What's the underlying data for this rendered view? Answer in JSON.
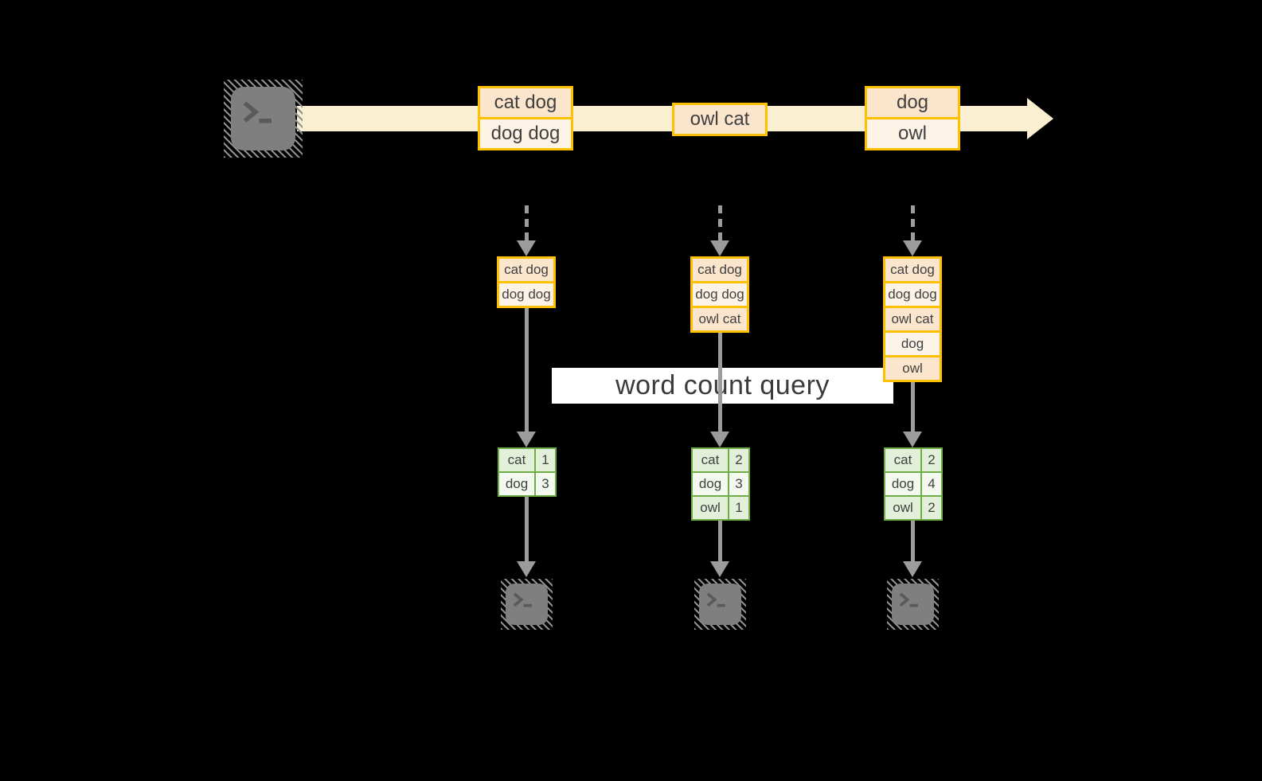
{
  "query_label": "word count query",
  "icons": {
    "source": "terminal-icon",
    "sink": "terminal-icon"
  },
  "colors": {
    "background": "#000000",
    "stream_band": "#faf0d1",
    "batch_border": "#ffc000",
    "batch_fill_odd": "#fce5cd",
    "batch_fill_even": "#fdf3e6",
    "result_border": "#70ad47",
    "result_fill_odd": "#e2efd9",
    "result_fill_even": "#f4f9f0",
    "connector_gray": "#9c9c9c",
    "terminal_gray": "#7f7f7f",
    "text": "#404040"
  },
  "timeline": {
    "batches": [
      {
        "rows": [
          "cat dog",
          "dog dog"
        ]
      },
      {
        "rows": [
          "owl cat"
        ]
      },
      {
        "rows": [
          "dog",
          "owl"
        ]
      }
    ]
  },
  "columns": [
    {
      "micro_batch": [
        "cat dog",
        "dog dog"
      ],
      "word_counts": [
        [
          "cat",
          "1"
        ],
        [
          "dog",
          "3"
        ]
      ]
    },
    {
      "micro_batch": [
        "cat dog",
        "dog dog",
        "owl cat"
      ],
      "word_counts": [
        [
          "cat",
          "2"
        ],
        [
          "dog",
          "3"
        ],
        [
          "owl",
          "1"
        ]
      ]
    },
    {
      "micro_batch": [
        "cat dog",
        "dog dog",
        "owl cat",
        "dog",
        "owl"
      ],
      "word_counts": [
        [
          "cat",
          "2"
        ],
        [
          "dog",
          "4"
        ],
        [
          "owl",
          "2"
        ]
      ]
    }
  ]
}
